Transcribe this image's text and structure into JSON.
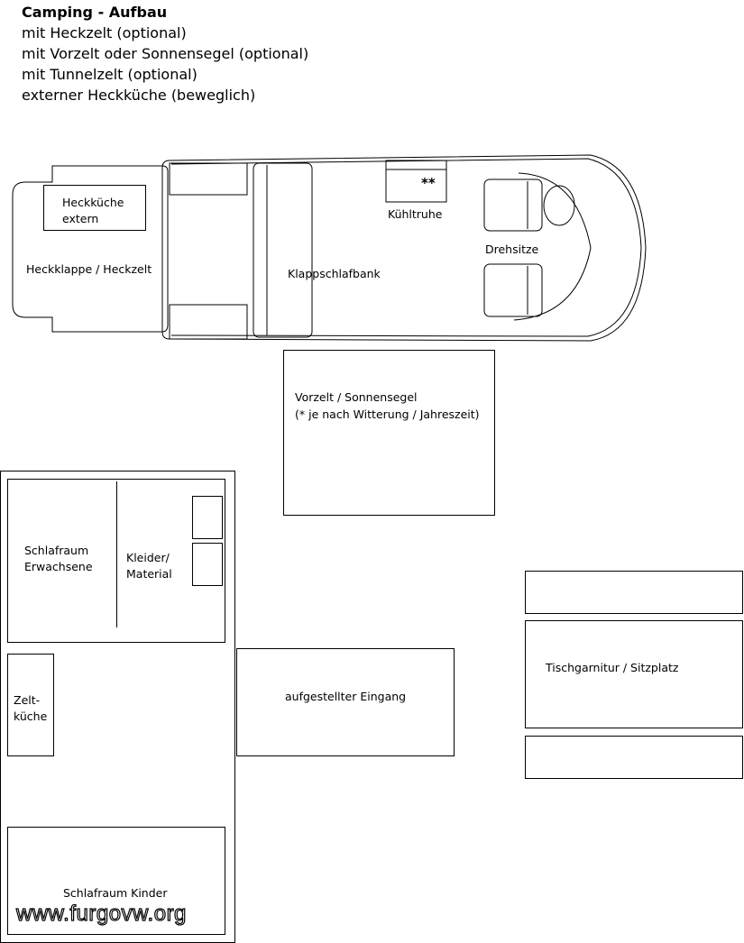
{
  "header": {
    "title": "Camping - Aufbau",
    "line1": "mit Heckzelt (optional)",
    "line2": "mit Vorzelt oder Sonnensegel (optional)",
    "line3": "mit Tunnelzelt (optional)",
    "line4": "externer Heckküche (beweglich)"
  },
  "van": {
    "heckkueche": "Heckküche\nextern",
    "heckklappe": "Heckklappe / Heckzelt",
    "klappschlafbank": "Klappschlafbank",
    "kuehltruhe_mark": "**",
    "kuehltruhe": "Kühltruhe",
    "drehsitze": "Drehsitze"
  },
  "vorzelt": {
    "line1": "Vorzelt / Sonnensegel",
    "line2": "(* je nach Witterung / Jahreszeit)"
  },
  "tent": {
    "schlafraum_erwachsene": "Schlafraum\nErwachsene",
    "kleider_material": "Kleider/\nMaterial",
    "zeltkueche": "Zelt-\nküche",
    "schlafraum_kinder": "Schlafraum Kinder"
  },
  "eingang": "aufgestellter Eingang",
  "tischgarnitur": "Tischgarnitur / Sitzplatz",
  "watermark": "www.furgovw.org"
}
